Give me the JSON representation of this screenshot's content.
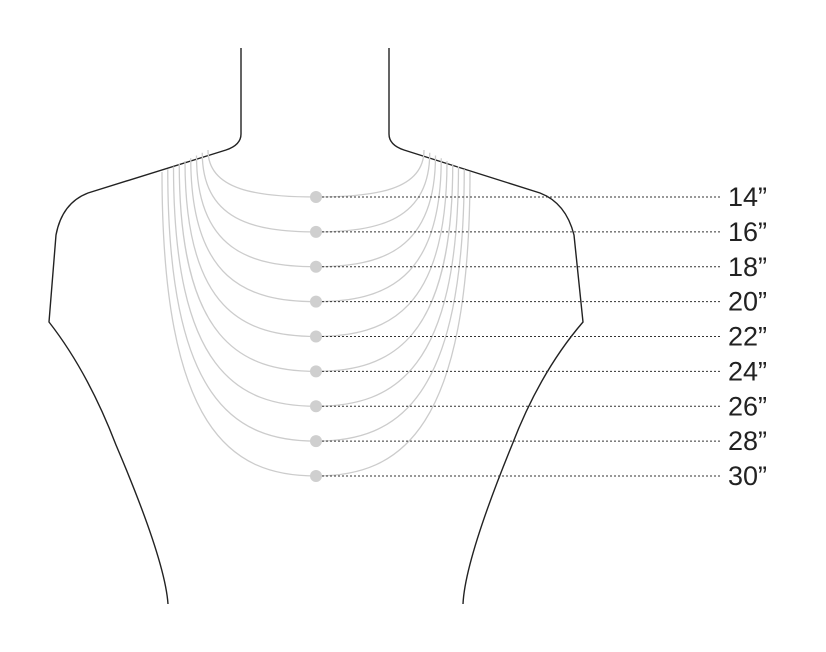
{
  "diagram": {
    "sizes": [
      "14”",
      "16”",
      "18”",
      "20”",
      "22”",
      "24”",
      "26”",
      "28”",
      "30”"
    ],
    "colors": {
      "outline": "#222222",
      "chain": "#cccccc",
      "pendant": "#cfcfcf",
      "guide": "#333333",
      "label": "#222222"
    }
  }
}
